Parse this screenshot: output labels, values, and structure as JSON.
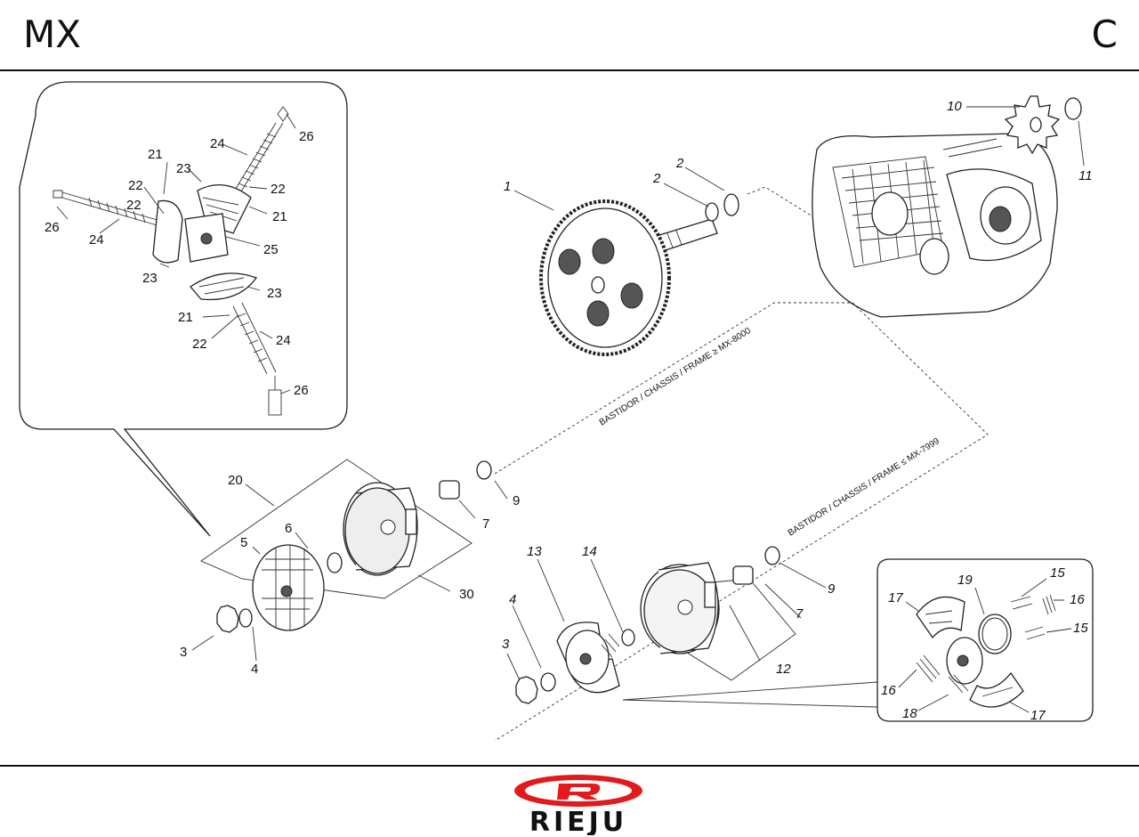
{
  "header": {
    "model": "MX",
    "section": "C"
  },
  "brand": {
    "logo_letter": "R",
    "name": "RIEJU",
    "accent": "#e3191b"
  },
  "notes": {
    "frame_new": "BASTIDOR / CHASSIS / FRAME ≥ MX-8000",
    "frame_old": "BASTIDOR / CHASSIS / FRAME ≤ MX-7999"
  },
  "labels": {
    "p1": "1",
    "p2a": "2",
    "p2b": "2",
    "p10": "10",
    "p11": "11",
    "p9a": "9",
    "p7a": "7",
    "p20": "20",
    "p5": "5",
    "p6": "6",
    "p30": "30",
    "p3a": "3",
    "p4a": "4",
    "p13": "13",
    "p14": "14",
    "p4b": "4",
    "p3b": "3",
    "p12": "12",
    "p7b": "7",
    "p9b": "9",
    "p17a": "17",
    "p19": "19",
    "p15a": "15",
    "p16a": "16",
    "p15b": "15",
    "p16b": "16",
    "p18": "18",
    "p17b": "17",
    "d26a": "26",
    "d24a": "24",
    "d21a": "21",
    "d23a": "23",
    "d22a": "22",
    "d22b": "22",
    "d26b": "26",
    "d24b": "24",
    "d21b": "21",
    "d23b": "23",
    "d25": "25",
    "d23c": "23",
    "d21c": "21",
    "d22c": "22",
    "d24c": "24",
    "d26c": "26"
  }
}
